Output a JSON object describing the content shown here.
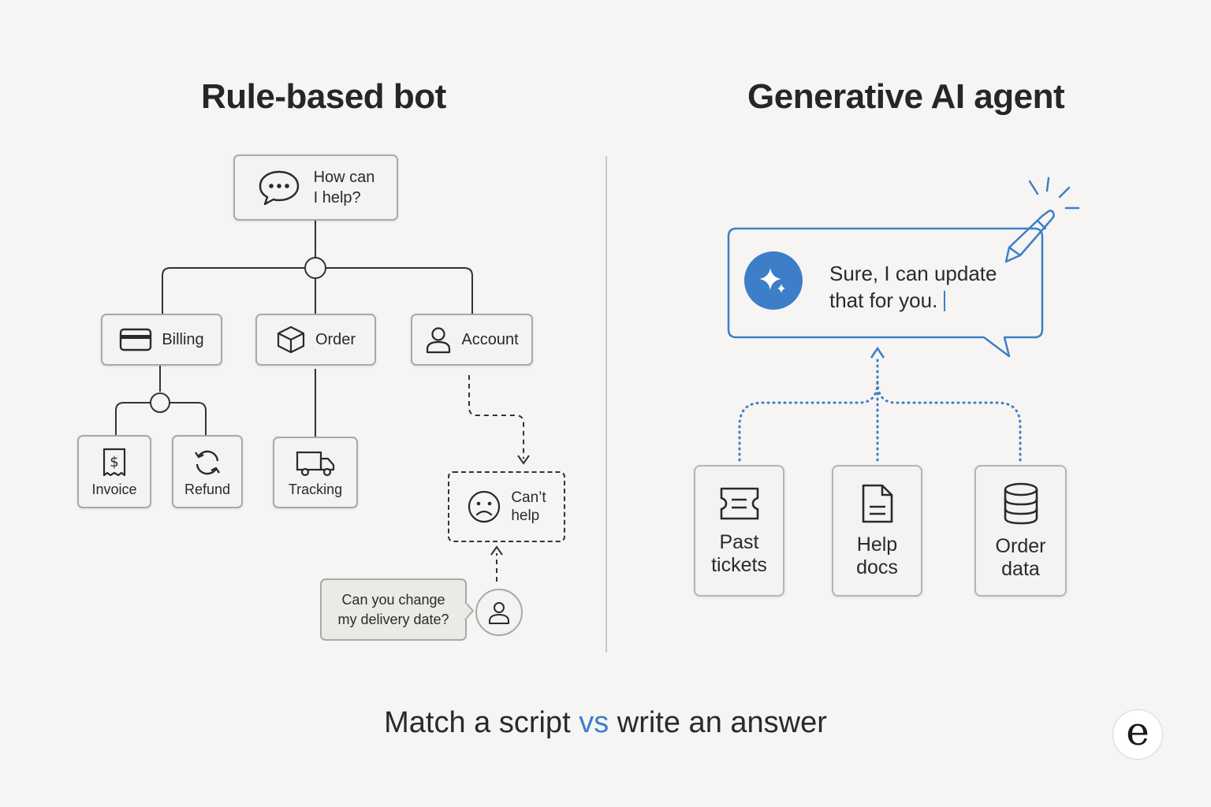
{
  "left": {
    "title": "Rule-based bot",
    "root": {
      "line1": "How can",
      "line2": "I help?",
      "icon": "chat-bubble-icon"
    },
    "categories": [
      {
        "label": "Billing",
        "icon": "credit-card-icon"
      },
      {
        "label": "Order",
        "icon": "box-icon"
      },
      {
        "label": "Account",
        "icon": "user-icon"
      }
    ],
    "leaves": [
      {
        "label": "Invoice",
        "icon": "receipt-icon"
      },
      {
        "label": "Refund",
        "icon": "refresh-icon"
      },
      {
        "label": "Tracking",
        "icon": "truck-icon"
      }
    ],
    "fail": {
      "line1": "Can’t",
      "line2": "help",
      "icon": "sad-face-icon"
    },
    "user_question": {
      "line1": "Can you change",
      "line2": "my delivery date?",
      "icon": "user-icon"
    }
  },
  "right": {
    "title": "Generative AI agent",
    "response": {
      "line1": "Sure, I can update",
      "line2": "that for you.",
      "icon": "sparkle-icon"
    },
    "sources": [
      {
        "line1": "Past",
        "line2": "tickets",
        "icon": "ticket-icon"
      },
      {
        "line1": "Help",
        "line2": "docs",
        "icon": "document-icon"
      },
      {
        "line1": "Order",
        "line2": "data",
        "icon": "database-icon"
      }
    ],
    "accent_color": "#3d7ec9"
  },
  "caption": {
    "part1": "Match a script",
    "vs": "vs",
    "part2": "write an answer"
  },
  "logo": {
    "letter": "e"
  }
}
